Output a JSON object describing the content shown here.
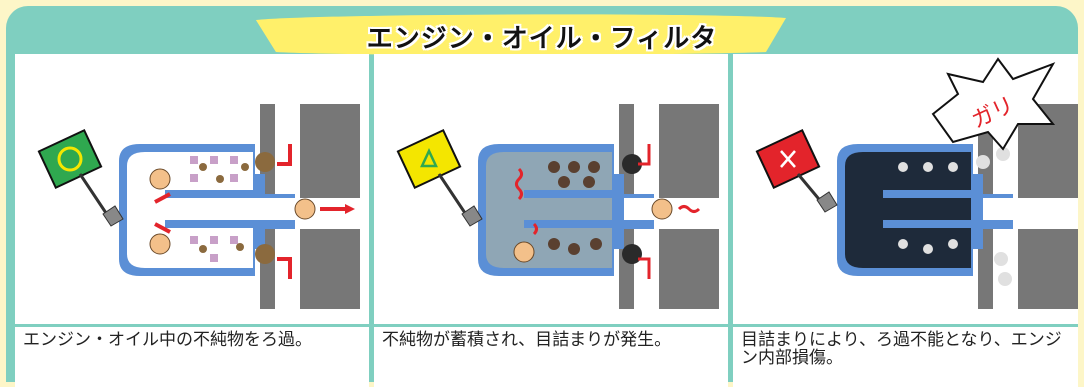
{
  "title": "エンジン・オイル・フィルタ",
  "panels": [
    {
      "caption": "エンジン・オイル中の不純物をろ過。",
      "sign_symbol": "○",
      "sign_color": "#2fa84f"
    },
    {
      "caption": "不純物が蓄積され、目詰まりが発生。",
      "sign_symbol": "△",
      "sign_color": "#f4e600"
    },
    {
      "caption": "目詰まりにより、ろ過不能となり、エンジン内部損傷。",
      "sign_symbol": "×",
      "sign_color": "#e3242b",
      "burst_text": "ガリ"
    }
  ],
  "colors": {
    "frame": "#7fcfc0",
    "background": "#fdf6c8",
    "filter_blue": "#5b8fd6",
    "arrow_red": "#e3242b"
  }
}
